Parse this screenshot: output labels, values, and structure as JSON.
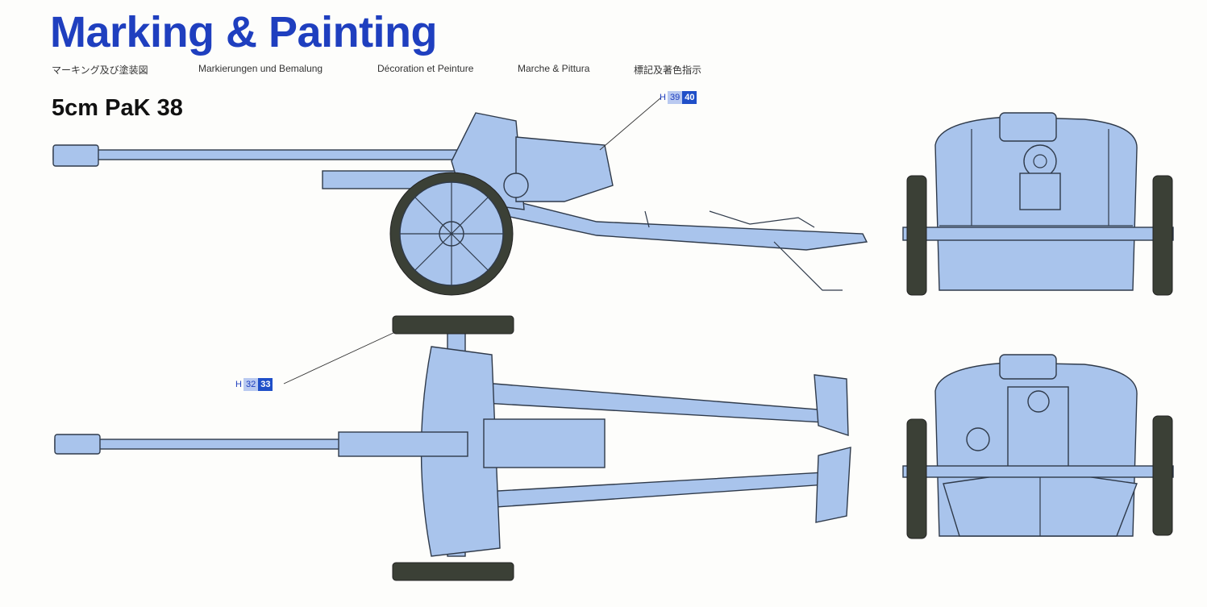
{
  "title": "Marking & Painting",
  "subtitles": {
    "japanese": "マーキング及び塗装図",
    "german": "Markierungen und Bemalung",
    "french": "Décoration et Peinture",
    "italian": "Marche & Pittura",
    "chinese": "標記及著色指示"
  },
  "model_name": "5cm PaK 38",
  "callouts": [
    {
      "prefix": "H",
      "part_a": "39",
      "part_b": "40"
    },
    {
      "prefix": "H",
      "part_a": "32",
      "part_b": "33"
    }
  ],
  "colors": {
    "title": "#1f3fbf",
    "vehicle_fill": "#a9c4ec",
    "outline": "#2f3a4a",
    "tire": "#3b4036"
  }
}
